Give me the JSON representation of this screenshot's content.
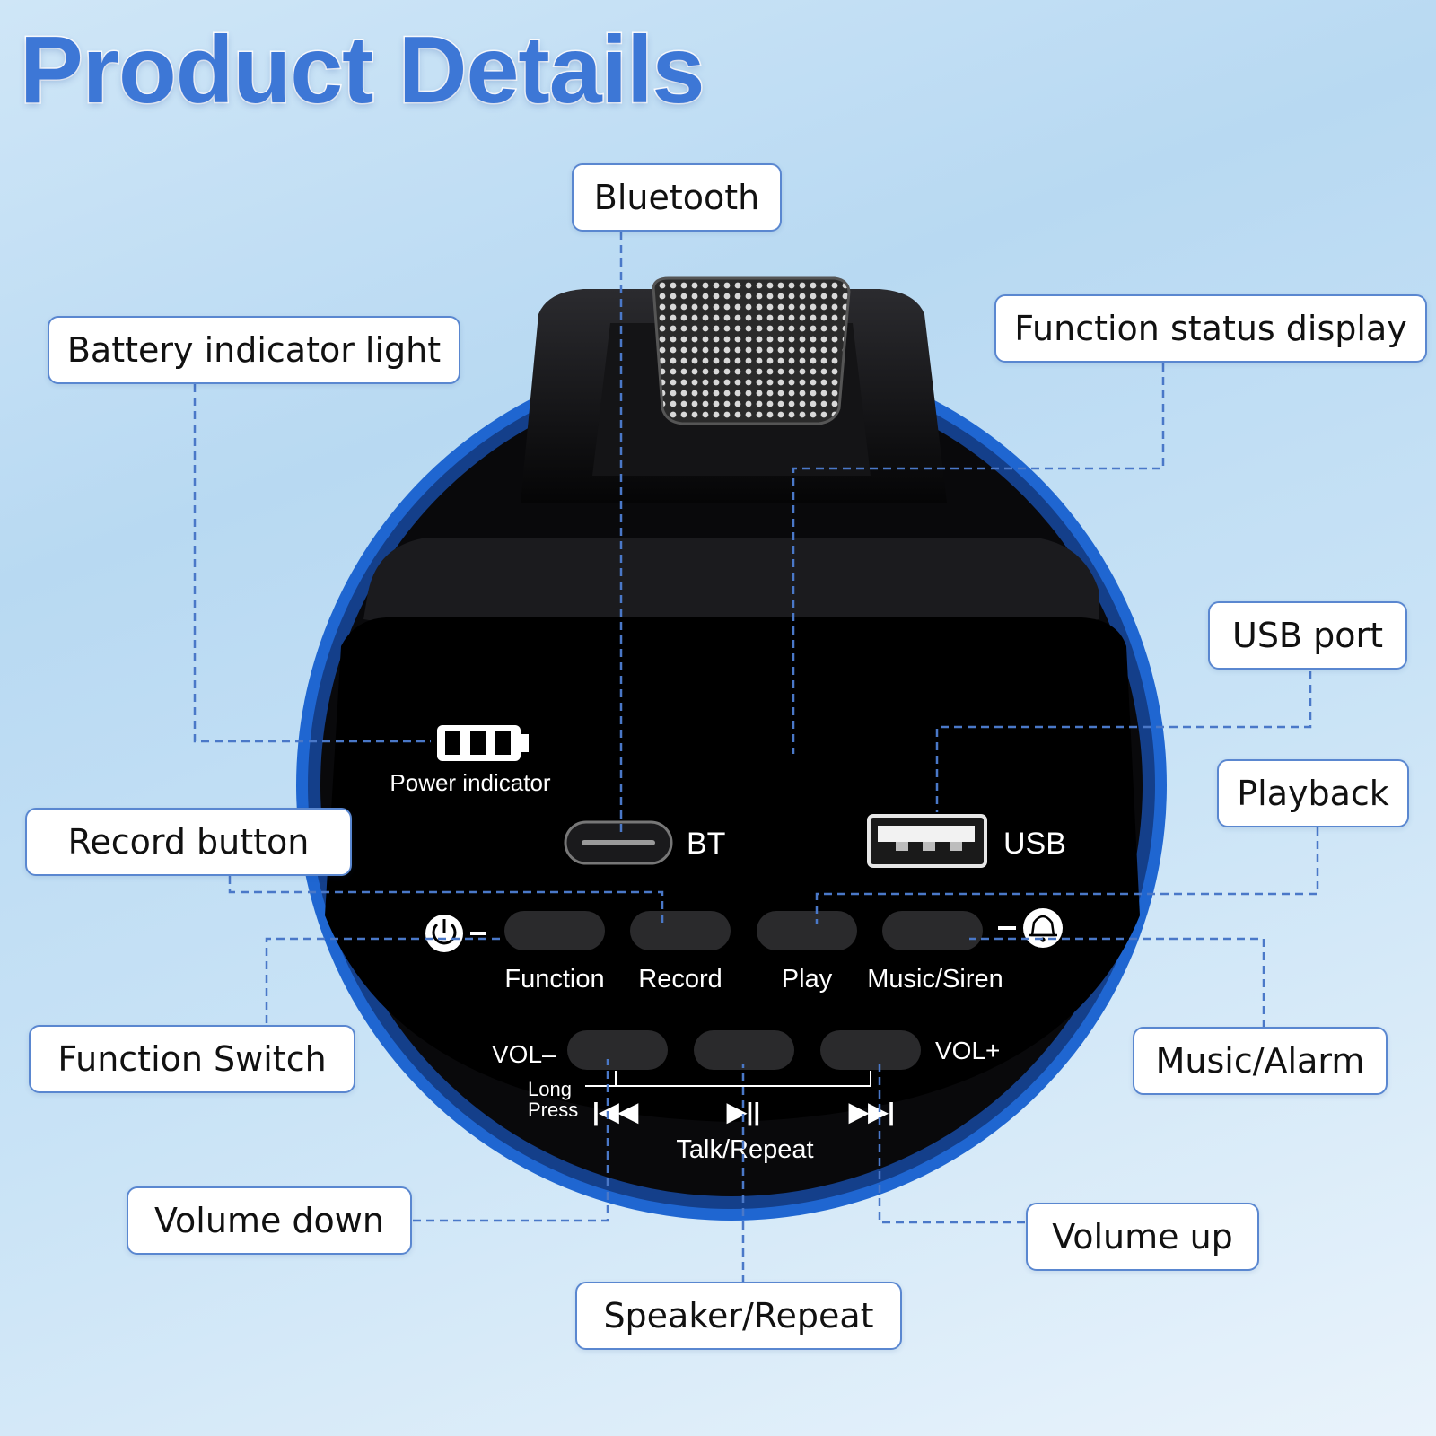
{
  "title": "Product Details",
  "colors": {
    "title": "#3d77d6",
    "ring": "#2a6fd6",
    "body": "#0b0b0d",
    "leader": "#4a78c8"
  },
  "callouts": {
    "bluetooth": "Bluetooth",
    "battery": "Battery indicator light",
    "function_status": "Function status display",
    "usb_port": "USB port",
    "playback": "Playback",
    "record_button": "Record button",
    "function_switch": "Function Switch",
    "music_alarm": "Music/Alarm",
    "volume_down": "Volume down",
    "volume_up": "Volume up",
    "speaker_repeat": "Speaker/Repeat"
  },
  "device": {
    "power_indicator": "Power indicator",
    "bt": "BT",
    "usb": "USB",
    "buttons": {
      "function": "Function",
      "record": "Record",
      "play": "Play",
      "music_siren": "Music/Siren"
    },
    "vol_minus": "VOL–",
    "vol_plus": "VOL+",
    "long_press_1": "Long",
    "long_press_2": "Press",
    "prev_glyph": "|◀◀",
    "play_glyph": "▶||",
    "next_glyph": "▶▶|",
    "talk_repeat": "Talk/Repeat",
    "power_symbol": "⏻",
    "bell_symbol": "🔔"
  }
}
